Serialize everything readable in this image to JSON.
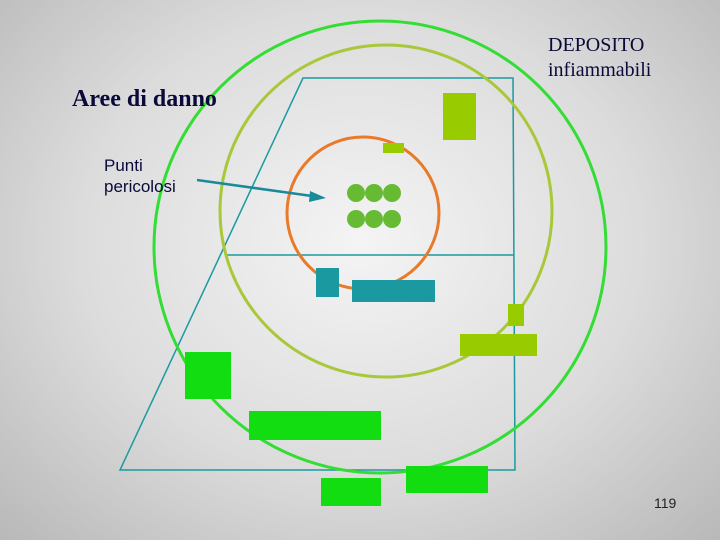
{
  "title": "Aree di danno",
  "deposito": {
    "line1": "DEPOSITO",
    "line2": "infiammabili"
  },
  "punti_label": {
    "line1": "Punti",
    "line2": "pericolosi"
  },
  "page_number": "119",
  "colors": {
    "outer_circle": "#33dd33",
    "middle_circle": "#a8c83a",
    "inner_circle": "#e87a2a",
    "teal": "#1a9aa0",
    "green_block": "#11dd11",
    "olive_block": "#99cc00",
    "arrow": "#1a8a9a"
  }
}
